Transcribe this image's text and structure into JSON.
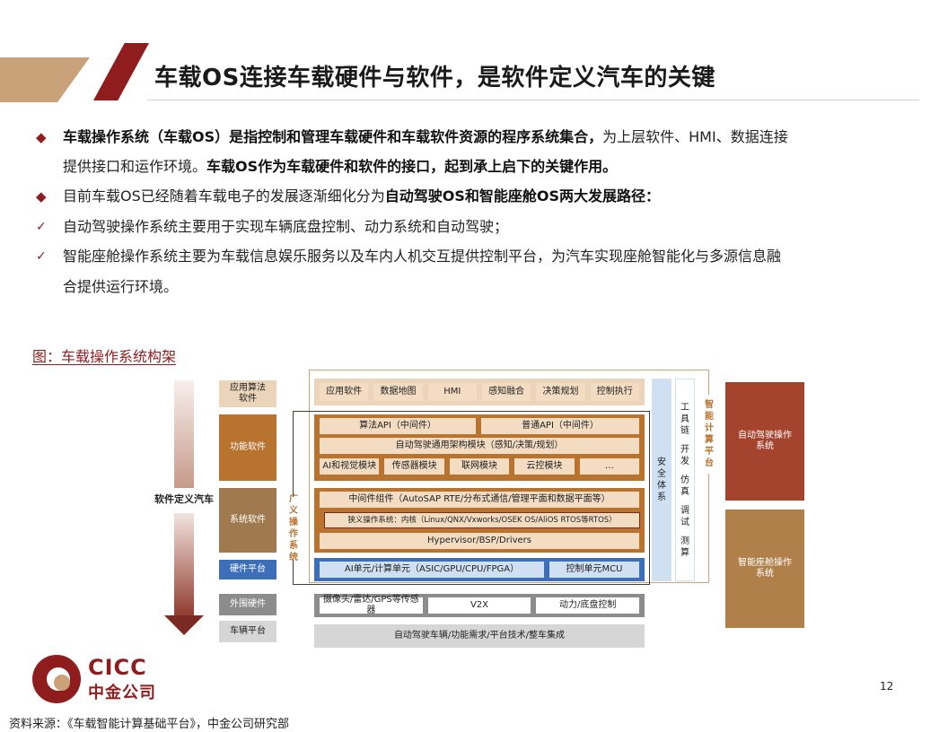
{
  "title": "车载OS连接车载硬件与软件，是软件定义汽车的关键",
  "bullets": {
    "b1_bold": "车载操作系统（车载OS）是指控制和管理车载硬件和车载软件资源的程序系统集合，",
    "b1_rest": "为上层软件、HMI、数据连接",
    "b1_line2_pre": "提供接口和运作环境。",
    "b1_line2_bold": "车载OS作为车载硬件和软件的接口，起到承上启下的关键作用。",
    "b2_pre": "目前车载OS已经随着车载电子的发展逐渐细化分为",
    "b2_bold": "自动驾驶OS和智能座舱OS两大发展路径：",
    "b3": "自动驾驶操作系统主要用于实现车辆底盘控制、动力系统和自动驾驶；",
    "b4_line1": "智能座舱操作系统主要为车载信息娱乐服务以及车内人机交互提供控制平台，为汽车实现座舱智能化与多源信息融",
    "b4_line2": "合提供运行环境。",
    "diamond": "◆",
    "check": "✓"
  },
  "figure_title": "图：车载操作系统构架",
  "diagram": {
    "arrow_label": "软件定义汽车",
    "layers": {
      "app": "应用算法软件",
      "func": "功能软件",
      "sys": "系统软件",
      "hw": "硬件平台",
      "periph": "外围硬件",
      "vehicle": "车辆平台"
    },
    "app_row": [
      "应用软件",
      "数据地图",
      "HMI",
      "感知融合",
      "决策规划",
      "控制执行"
    ],
    "func": {
      "algo_api": "算法API（中间件）",
      "common_api": "普通API（中间件）",
      "framework": "自动驾驶通用架构模块（感知/决策/规划）",
      "modules": [
        "AI和视觉模块",
        "传感器模块",
        "联网模块",
        "云控模块",
        "…"
      ]
    },
    "sys": {
      "middleware": "中间件组件（AutoSAP RTE/分布式通信/管理平面和数据平面等）",
      "narrow_os": "狭义操作系统：内核（Linux/QNX/Vxworks/OSEK OS/AliOS RTOS等RTOS）",
      "hypervisor": "Hypervisor/BSP/Drivers"
    },
    "hw": {
      "ai_unit": "AI单元/计算单元（ASIC/GPU/CPU/FPGA）",
      "mcu": "控制单元MCU"
    },
    "periph_row": [
      "摄像头/雷达/GPS等传感器",
      "V2X",
      "动力/底盘控制"
    ],
    "vehicle_row": "自动驾驶车辆/功能需求/平台技术/整车集成",
    "broad_os": "广义操作系统",
    "security": "安全体系",
    "toolchain": [
      "工具链",
      "开发",
      "仿真",
      "调试",
      "测算"
    ],
    "smart_platform": "智能计算平台",
    "right_autodrive": "自动驾驶操作系统",
    "right_cockpit": "智能座舱操作系统"
  },
  "logo": {
    "en": "CICC",
    "cn": "中金公司"
  },
  "page_number": "12",
  "source": "资料来源：《车载智能计算基础平台》，中金公司研究部",
  "colors": {
    "brand_red": "#8f1d1d",
    "tan": "#c9a27a",
    "func_orange": "#b8732f",
    "sys_brown": "#a07a4e",
    "hw_blue": "#3d6fb8",
    "light_tan": "#f3dcc2",
    "light_blue": "#cfe0f3",
    "grey": "#8c8c8c"
  }
}
